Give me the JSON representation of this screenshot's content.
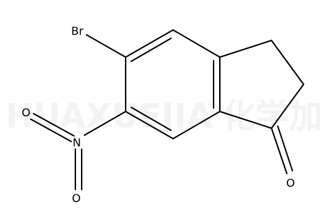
{
  "molecule": {
    "atoms": {
      "br": "Br",
      "nitrogen": "N",
      "oxygen_top": "O",
      "oxygen_bottom": "O",
      "oxygen_carbonyl": "O"
    }
  },
  "watermark": {
    "latin": "HUAXUEJIA",
    "registered": "®",
    "chinese": "化学加"
  },
  "colors": {
    "bond": "#000000",
    "label": "#000000",
    "watermark": "#f3f3f3",
    "background": "#ffffff"
  }
}
